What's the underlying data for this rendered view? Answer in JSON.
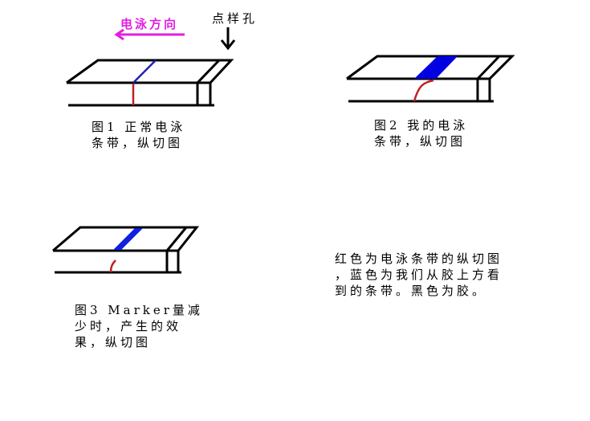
{
  "annotations": {
    "direction": "电泳方向",
    "well": "点样孔"
  },
  "figures": [
    {
      "lines": [
        "图1 正常电泳",
        "条带，纵切图"
      ]
    },
    {
      "lines": [
        "图2 我的电泳",
        "条带，纵切图"
      ]
    },
    {
      "lines": [
        "图3 Marker量减",
        "少时，产生的效",
        "果，纵切图"
      ]
    }
  ],
  "legend": {
    "lines": [
      "红色为电泳条带的纵切图",
      "，蓝色为我们从胶上方看",
      "到的条带。黑色为胶。"
    ]
  },
  "colors": {
    "gel": "#000000",
    "band_top": "#0000ff",
    "band_section": "#c02020",
    "arrow": "#e020e0"
  }
}
